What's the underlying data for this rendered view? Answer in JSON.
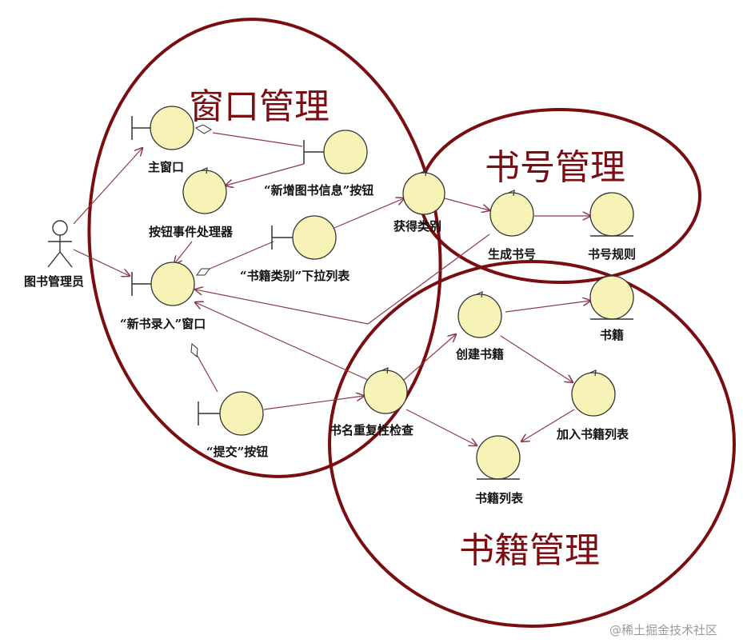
{
  "regions": {
    "window_mgmt": "窗口管理",
    "booknum_mgmt": "书号管理",
    "book_mgmt": "书籍管理"
  },
  "actor": {
    "label": "图书管理员"
  },
  "nodes": {
    "main_window": "主窗口",
    "new_book_info_button": "“新增图书信息”按钮",
    "button_event_handler": "按钮事件处理器",
    "category_dropdown": "“书籍类别”下拉列表",
    "new_book_entry_window": "“新书录入”窗口",
    "submit_button": "“提交”按钮",
    "get_category": "获得类别",
    "generate_booknum": "生成书号",
    "booknum_rule": "书号规则",
    "create_book": "创建书籍",
    "book_entity": "书籍",
    "title_duplicate_check": "书名重复性检查",
    "add_to_booklist": "加入书籍列表",
    "booklist": "书籍列表"
  },
  "watermark": "@稀土掘金技术社区"
}
